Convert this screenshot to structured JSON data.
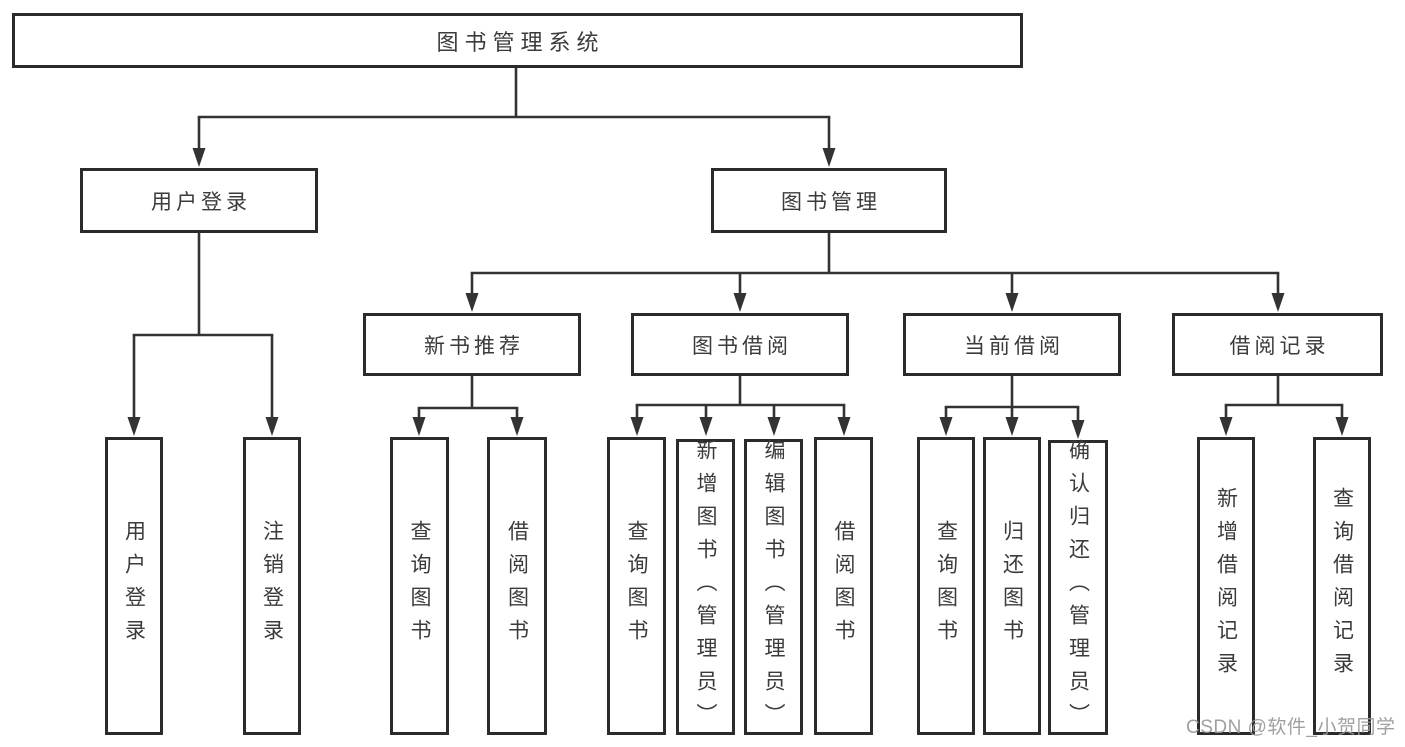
{
  "diagram_title": "图书管理系统",
  "tree": {
    "root": {
      "label": "图书管理系统"
    },
    "branches": [
      {
        "label": "用户登录",
        "children": [
          {
            "label": "用户登录"
          },
          {
            "label": "注销登录"
          }
        ]
      },
      {
        "label": "图书管理",
        "children": [
          {
            "label": "新书推荐",
            "children": [
              {
                "label": "查询图书"
              },
              {
                "label": "借阅图书"
              }
            ]
          },
          {
            "label": "图书借阅",
            "children": [
              {
                "label": "查询图书"
              },
              {
                "label": "新增图书（管理员）"
              },
              {
                "label": "编辑图书（管理员）"
              },
              {
                "label": "借阅图书"
              }
            ]
          },
          {
            "label": "当前借阅",
            "children": [
              {
                "label": "查询图书"
              },
              {
                "label": "归还图书"
              },
              {
                "label": "确认归还（管理员）"
              }
            ]
          },
          {
            "label": "借阅记录",
            "children": [
              {
                "label": "新增借阅记录"
              },
              {
                "label": "查询借阅记录"
              }
            ]
          }
        ]
      }
    ]
  },
  "watermark": {
    "text": "CSDN @软件_小贺同学"
  },
  "colors": {
    "line": "#333333",
    "box_border": "#2b2b2b",
    "box_fill": "#ffffff",
    "text": "#3b3b3b",
    "watermark": "#989898",
    "background": "#ffffff"
  }
}
